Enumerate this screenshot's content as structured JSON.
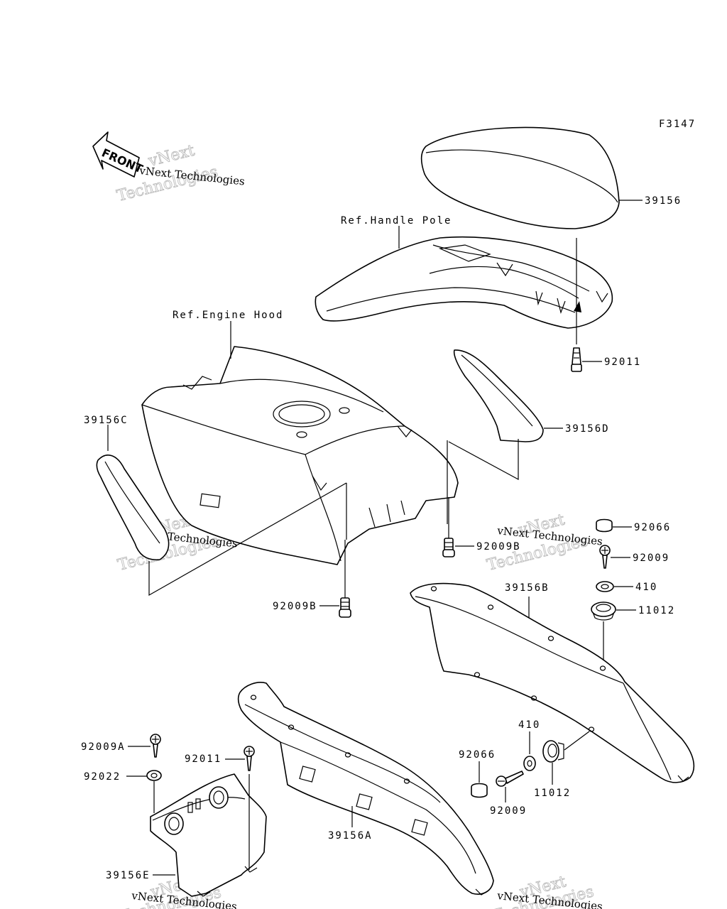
{
  "diagram_code": "F3147",
  "front_label": "FRONT",
  "references": {
    "handle_pole": "Ref.Handle Pole",
    "engine_hood": "Ref.Engine Hood"
  },
  "parts": {
    "p39156": "39156",
    "p92011_top": "92011",
    "p39156D": "39156D",
    "p39156C": "39156C",
    "p92009B_right": "92009B",
    "p92009B_left": "92009B",
    "p92066_top": "92066",
    "p92009_top": "92009",
    "p410_top": "410",
    "p11012_top": "11012",
    "p39156B": "39156B",
    "p410_bottom": "410",
    "p92066_bottom": "92066",
    "p11012_bottom": "11012",
    "p92009_bottom": "92009",
    "p92009A": "92009A",
    "p92022": "92022",
    "p92011_bottom": "92011",
    "p39156A": "39156A",
    "p39156E": "39156E"
  },
  "watermark": {
    "line1": "vNext",
    "line2": "Technologies",
    "caption": "vNext Technologies"
  }
}
